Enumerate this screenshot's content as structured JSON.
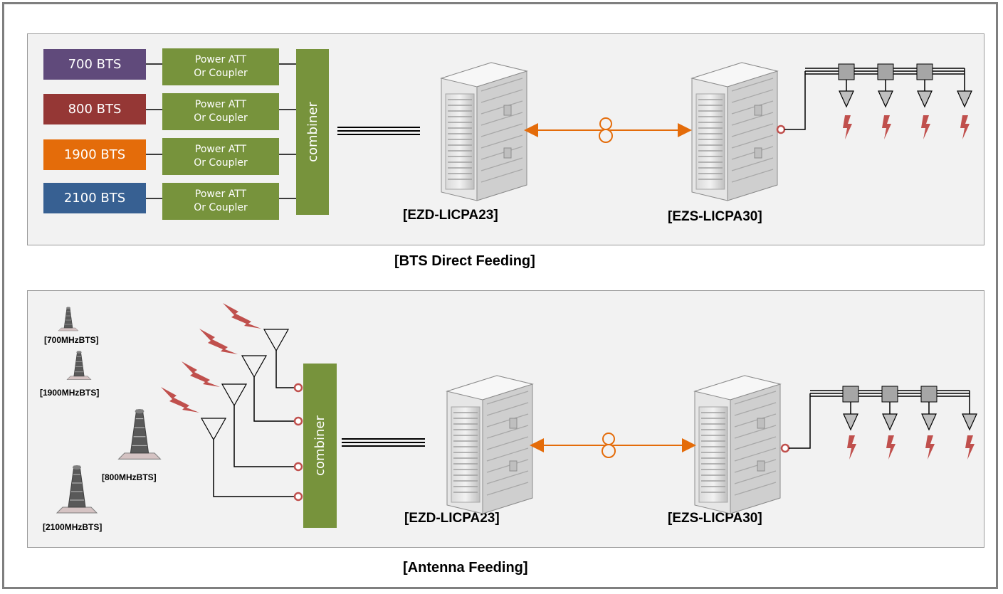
{
  "colors": {
    "bts_700": "#604a7b",
    "bts_800": "#953735",
    "bts_1900": "#e46c0a",
    "bts_2100": "#376092",
    "green": "#77933c",
    "fiber": "#e46c0a",
    "lightning": "#c0504d"
  },
  "direct": {
    "bts": [
      "700 BTS",
      "800 BTS",
      "1900 BTS",
      "2100 BTS"
    ],
    "att_line1": "Power ATT",
    "att_line2": "Or Coupler",
    "combiner": "combiner",
    "donor_model": "[EZD-LICPA23]",
    "remote_model": "[EZS-LICPA30]",
    "caption": "[BTS Direct Feeding]"
  },
  "antenna": {
    "bts_labels": [
      "[700MHzBTS]",
      "[1900MHzBTS]",
      "[800MHzBTS]",
      "[2100MHzBTS]"
    ],
    "combiner": "combiner",
    "donor_model": "[EZD-LICPA23]",
    "remote_model": "[EZS-LICPA30]",
    "caption": "[Antenna Feeding]"
  },
  "icons": [
    "repeater-unit-icon",
    "fiber-loop-icon",
    "antenna-icon",
    "splitter-icon",
    "lightning-icon",
    "bts-tower-icon",
    "port-icon"
  ]
}
